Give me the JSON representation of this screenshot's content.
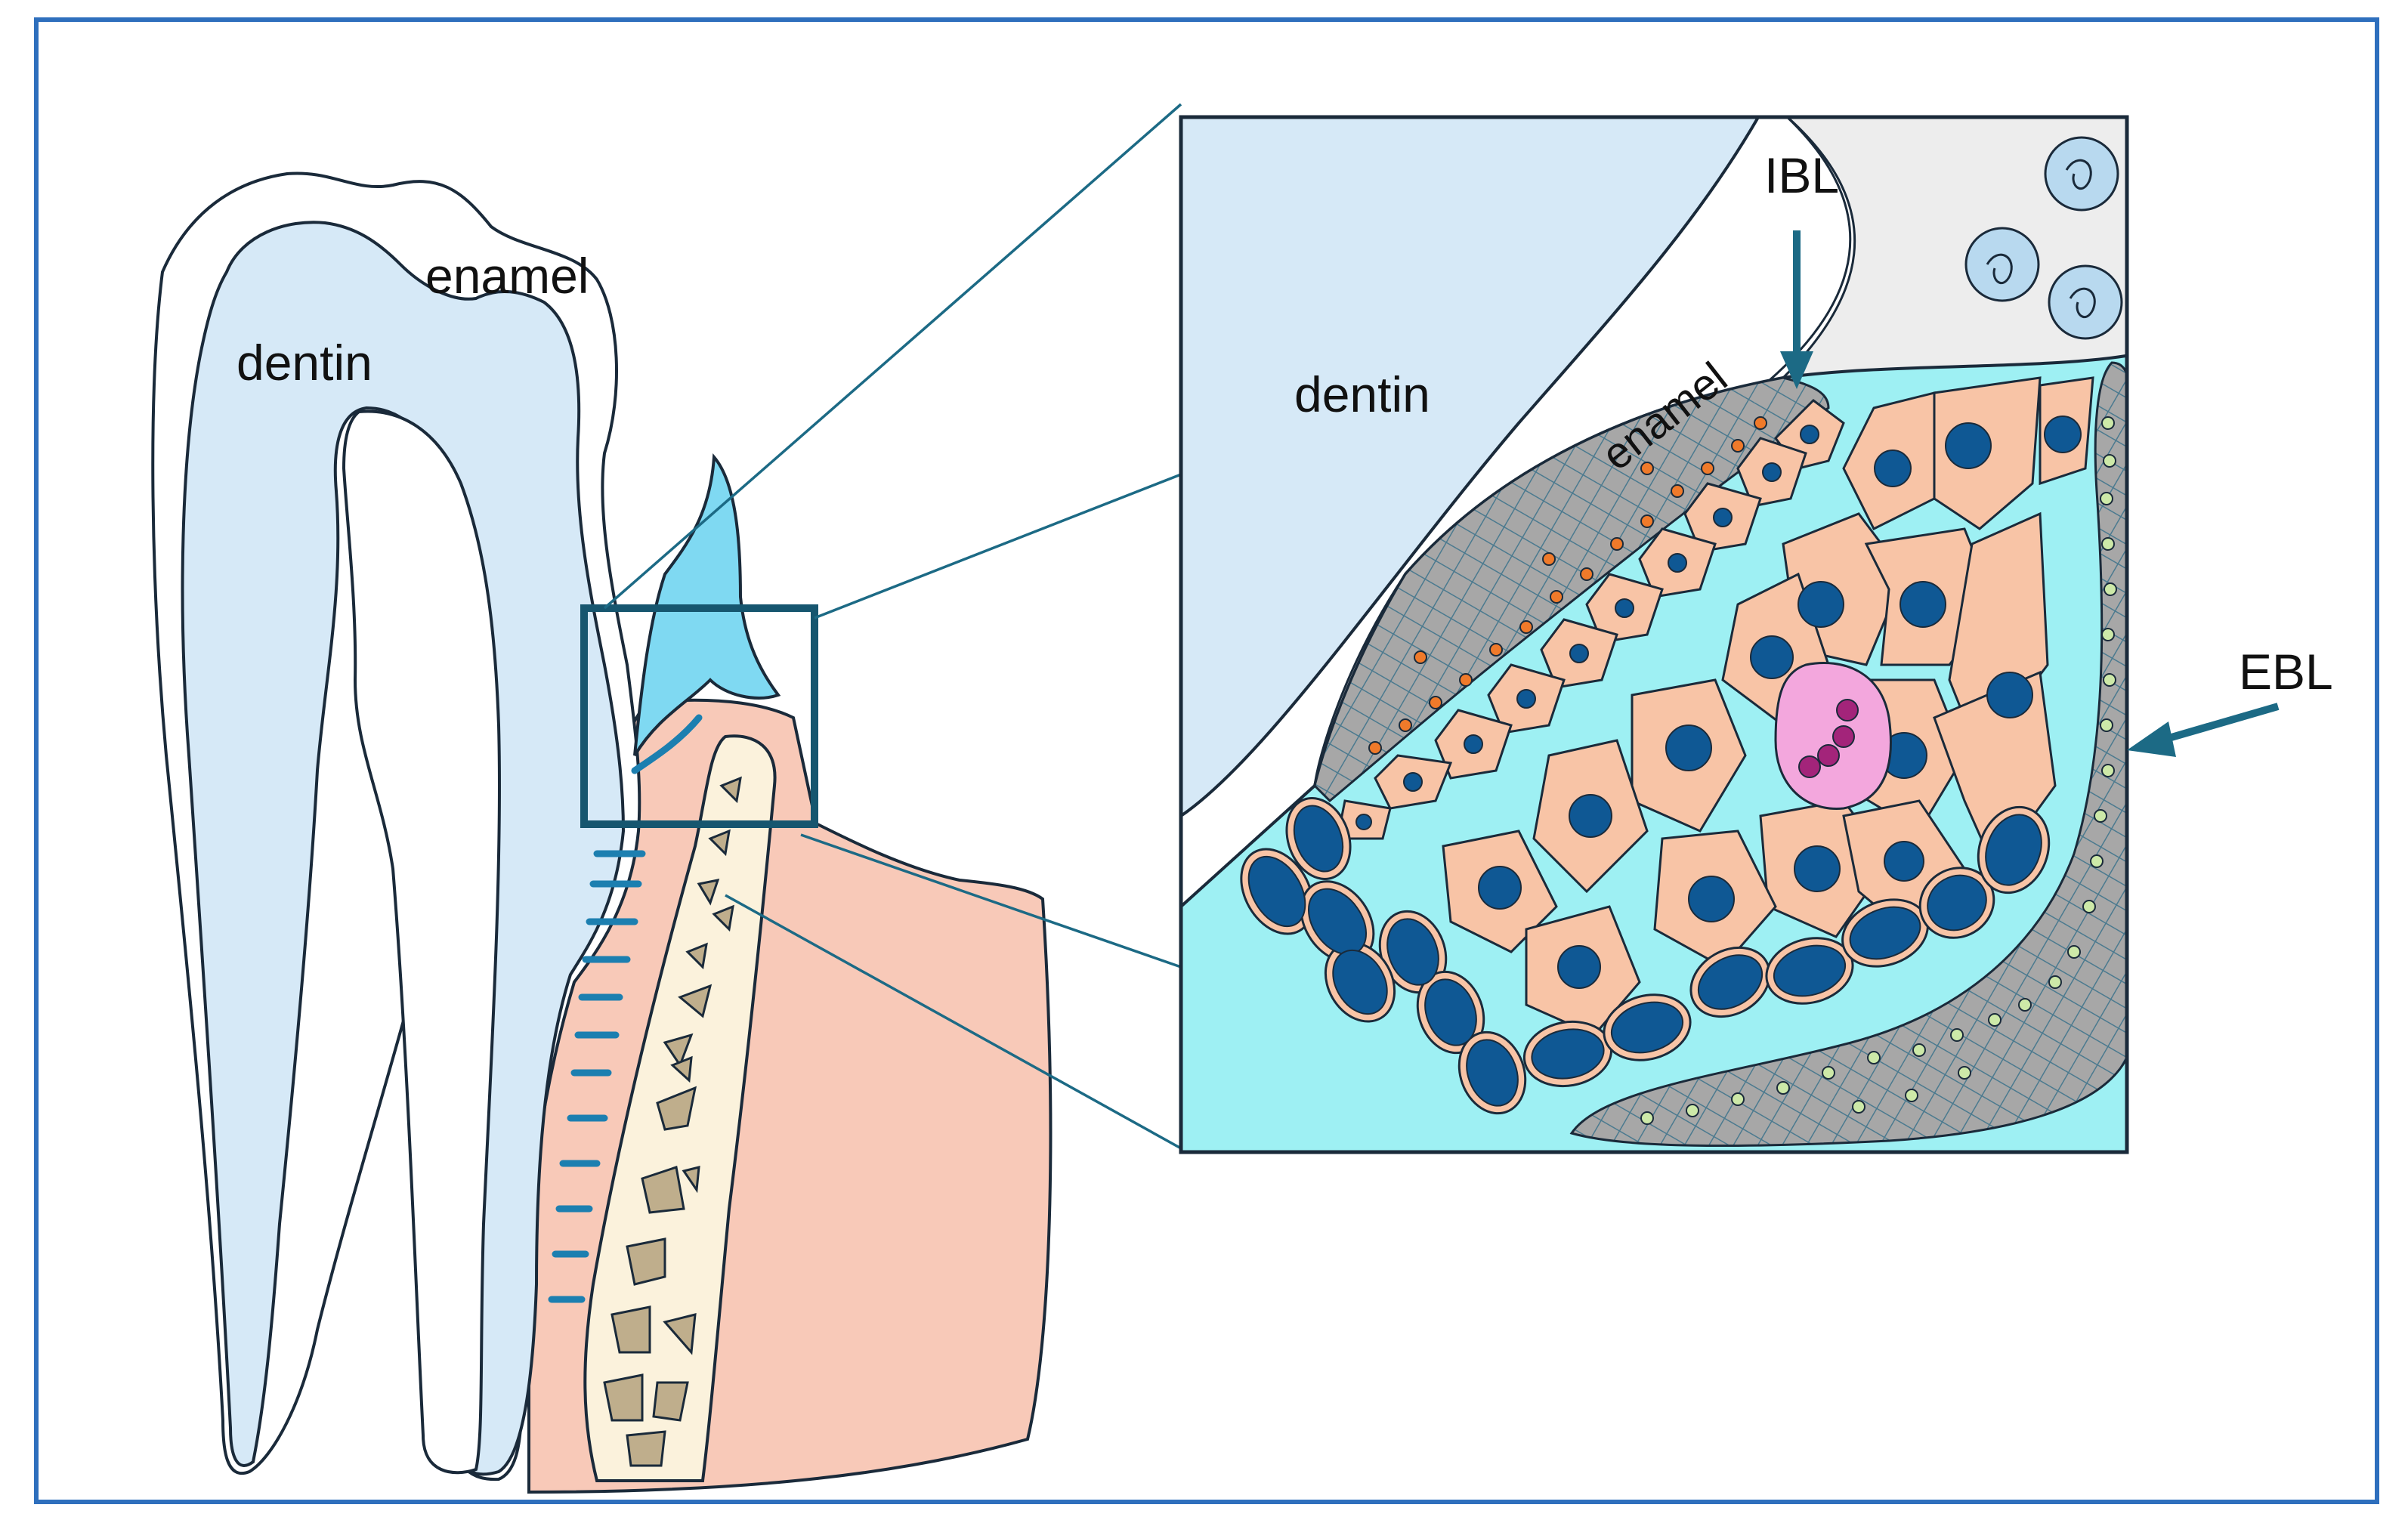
{
  "labels": {
    "tooth_dentin": "dentin",
    "tooth_enamel": "enamel",
    "inset_dentin": "dentin",
    "inset_enamel": "enamel",
    "ibl": "IBL",
    "ebl": "EBL"
  },
  "colors": {
    "frame": "#2e6fbd",
    "outline": "#1a2a3a",
    "dentin": "#d6e9f7",
    "enamel": "#ffffff",
    "gingiva": "#f8c9b8",
    "cell": "#f8c4a6",
    "bone": "#fbf2dc",
    "trabecula": "#bfae8c",
    "cyan": "#9ef0f3",
    "cyan_dark": "#6fd8ea",
    "nucleus": "#0f5894",
    "connector": "#1c6a85",
    "arrow": "#1c6a85",
    "lamina_gray": "#a7a7a7",
    "fibers": "#4b7a8f",
    "orange_dot": "#f07a2a",
    "green_dot": "#cde9a8",
    "pink": "#f3a7dd",
    "purple": "#a3247a"
  }
}
